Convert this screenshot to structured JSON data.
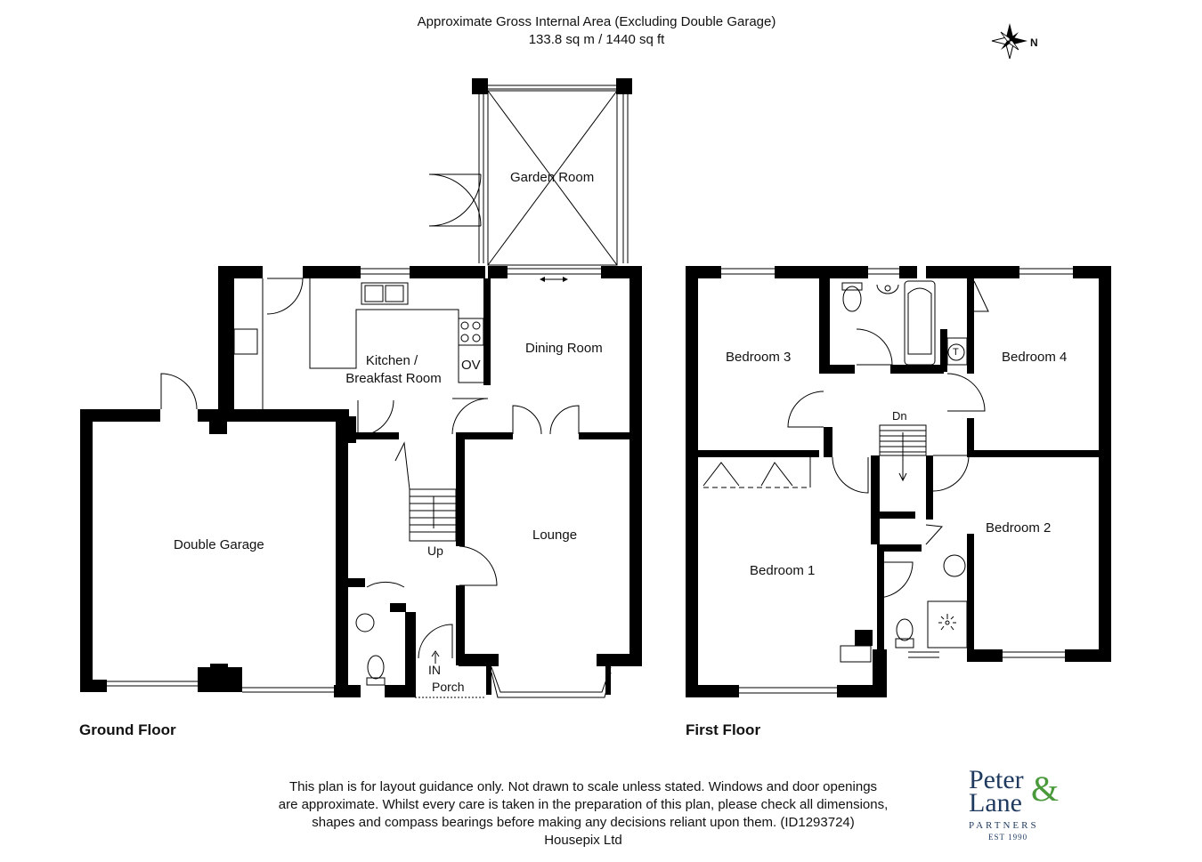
{
  "header": {
    "area_title": "Approximate Gross Internal Area (Excluding Double Garage)",
    "area_value": "133.8 sq m / 1440 sq ft"
  },
  "compass": {
    "label": "N",
    "icon": "compass-rose-icon"
  },
  "ground_floor": {
    "label": "Ground Floor",
    "rooms": {
      "garden_room": "Garden Room",
      "kitchen_line1": "Kitchen /",
      "kitchen_line2": "Breakfast Room",
      "oven": "OV",
      "dining_room": "Dining Room",
      "double_garage": "Double Garage",
      "lounge": "Lounge",
      "stairs_up": "Up",
      "entrance": "IN",
      "porch": "Porch"
    }
  },
  "first_floor": {
    "label": "First Floor",
    "rooms": {
      "bedroom3": "Bedroom 3",
      "bedroom4": "Bedroom 4",
      "tank": "T",
      "stairs_down": "Dn",
      "bedroom1": "Bedroom 1",
      "bedroom2": "Bedroom 2"
    }
  },
  "disclaimer": {
    "line1": "This plan is for layout guidance only. Not drawn to scale unless stated. Windows and door openings",
    "line2": "are approximate. Whilst every care is taken in the preparation of this plan, please check all dimensions,",
    "line3": "shapes and compass bearings before making any decisions reliant upon them. (ID1293724)",
    "line4": "Housepix Ltd"
  },
  "logo": {
    "name_top": "Peter",
    "ampersand": "&",
    "name_bottom": "Lane",
    "partners": "PARTNERS",
    "est": "EST 1990",
    "brand_color": "#4a9a3c",
    "text_color": "#1f3a5f"
  },
  "colors": {
    "wall": "#000000",
    "fixture": "#555555",
    "background": "#ffffff"
  }
}
